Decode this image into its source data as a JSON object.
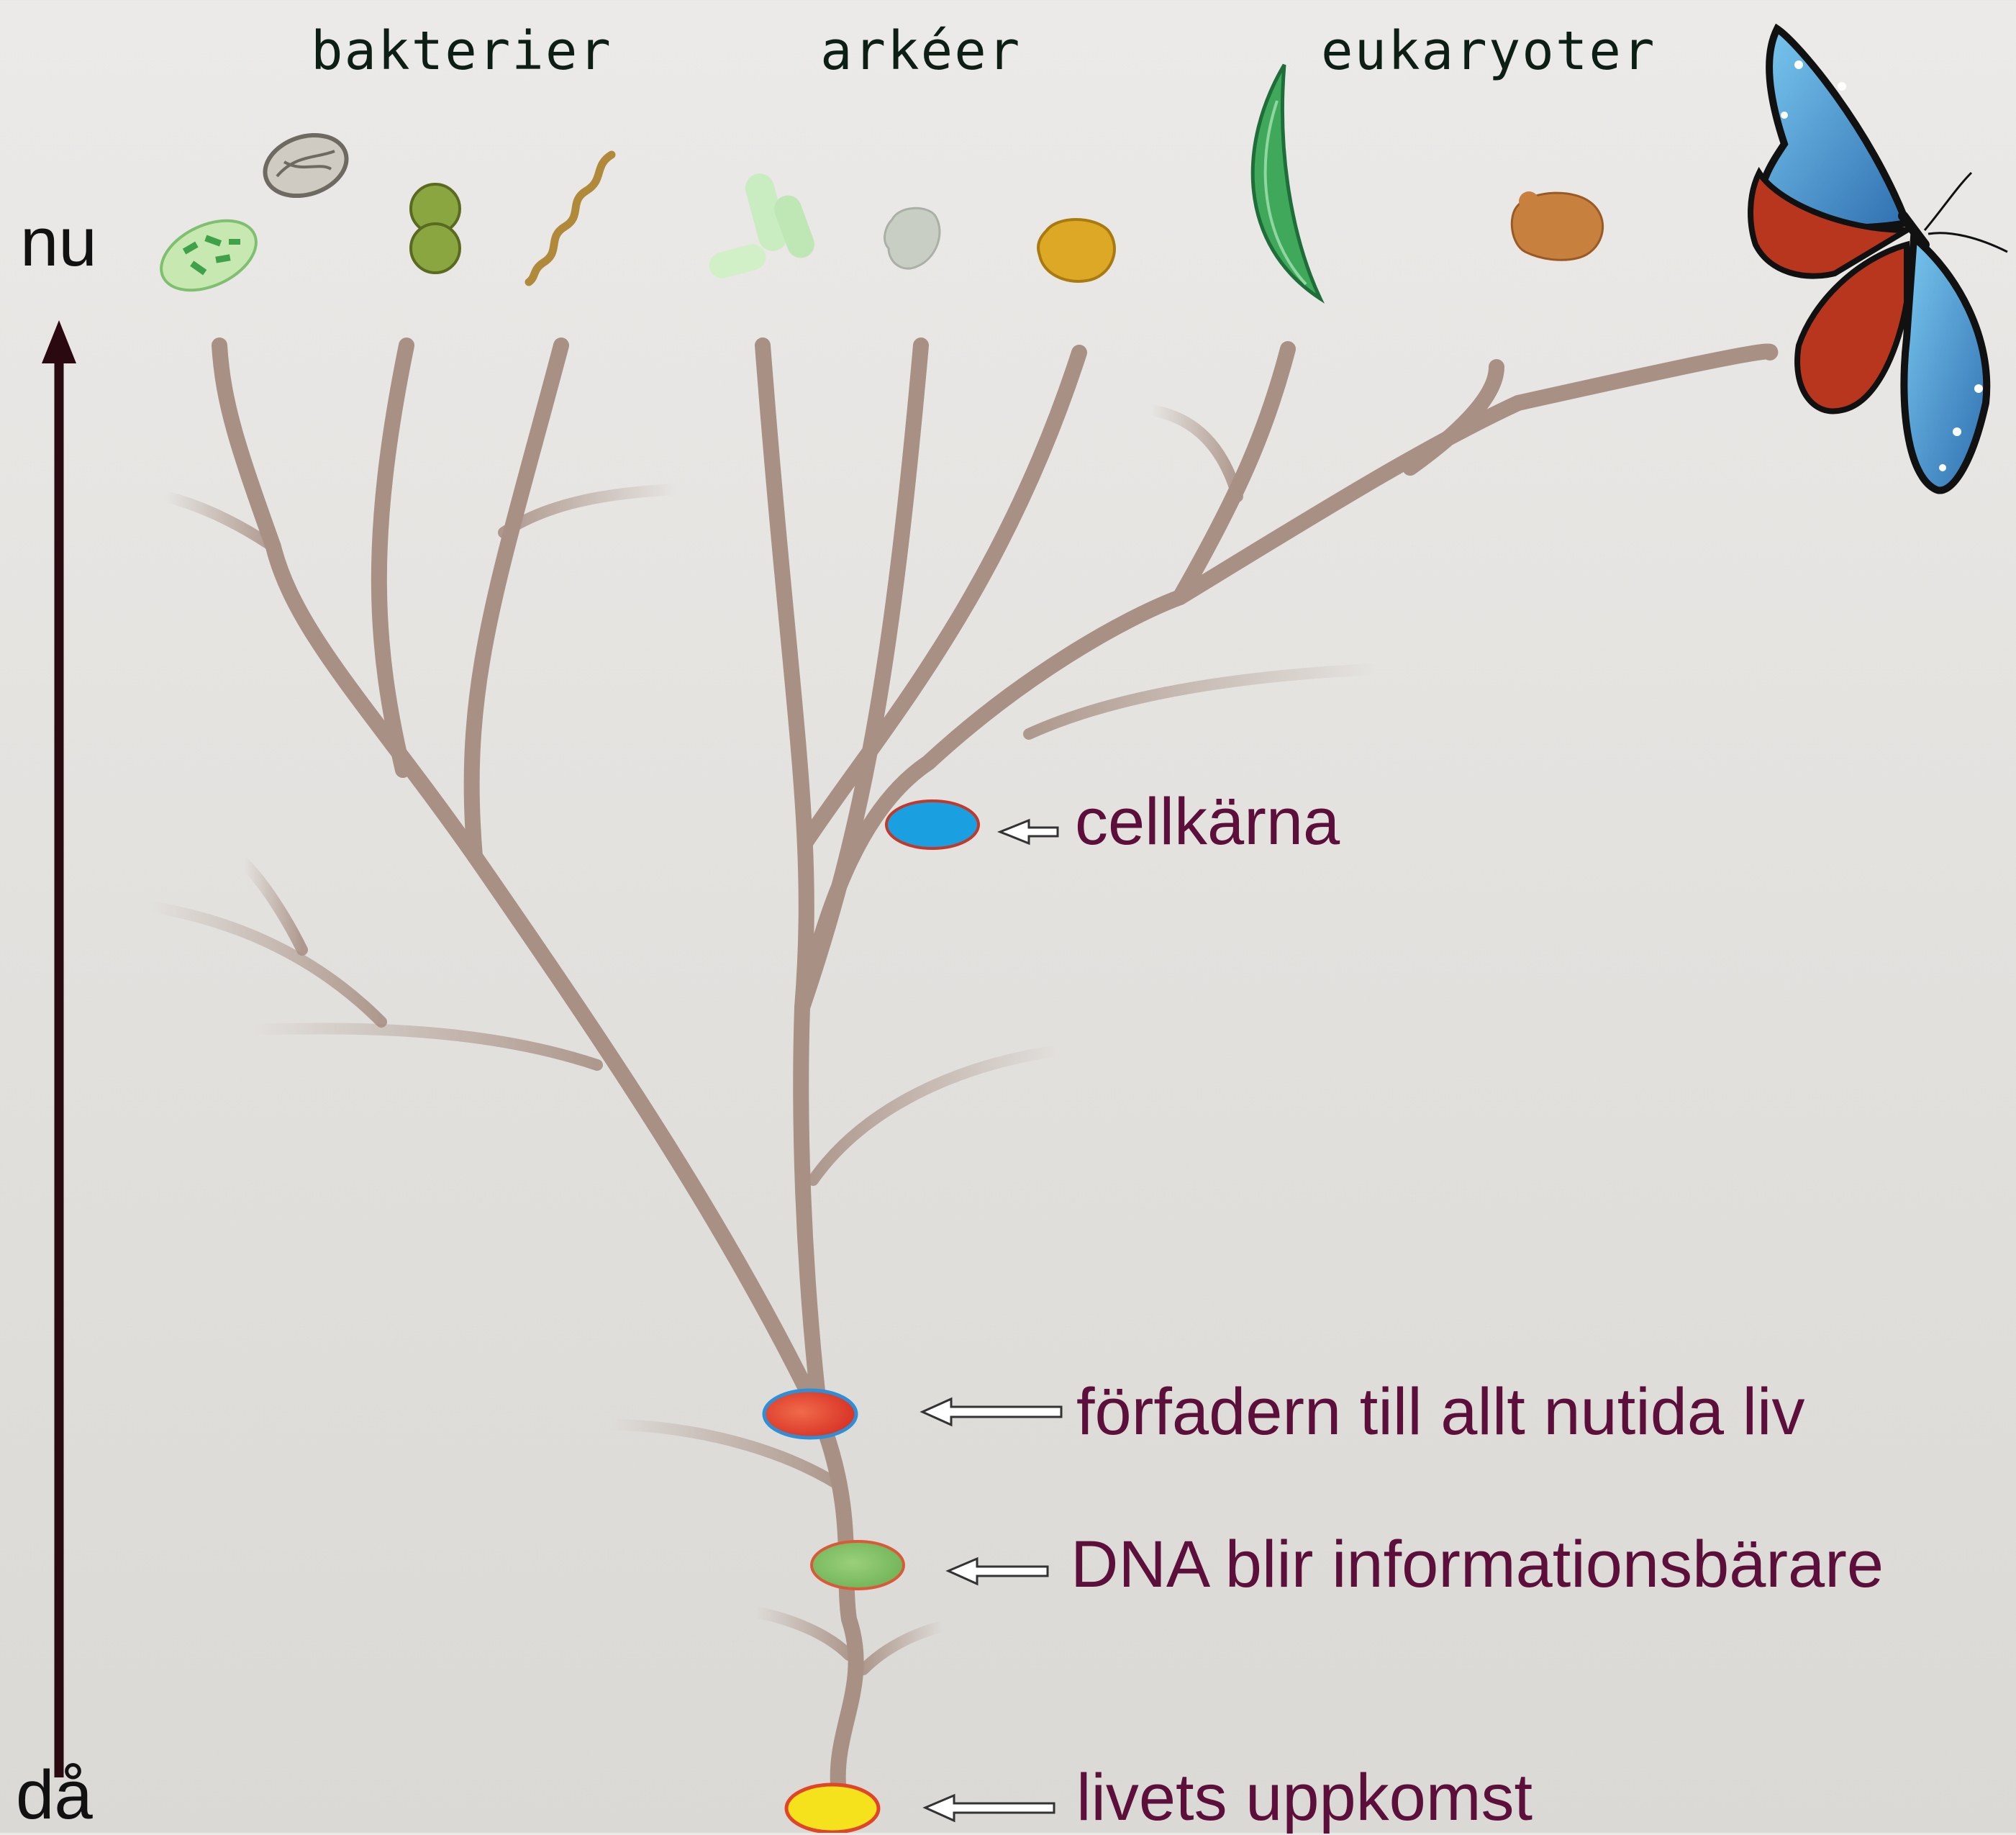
{
  "groups": {
    "bacteria": "bakterier",
    "archaea": "arkéer",
    "eukaryotes": "eukaryoter"
  },
  "time_axis": {
    "top": "nu",
    "bottom": "då"
  },
  "events": [
    {
      "label": "cellkärna",
      "marker_color": "#1aa0e0"
    },
    {
      "label": "förfadern till allt nutida liv",
      "marker_color": "#e8372b"
    },
    {
      "label": "DNA blir informationsbärare",
      "marker_color": "#7cbc5c"
    },
    {
      "label": "livets uppkomst",
      "marker_color": "#f5e21c"
    }
  ],
  "colors": {
    "branch": "#a89084",
    "label_text": "#5c0f3b",
    "axis_arrow": "#2a0a10"
  }
}
